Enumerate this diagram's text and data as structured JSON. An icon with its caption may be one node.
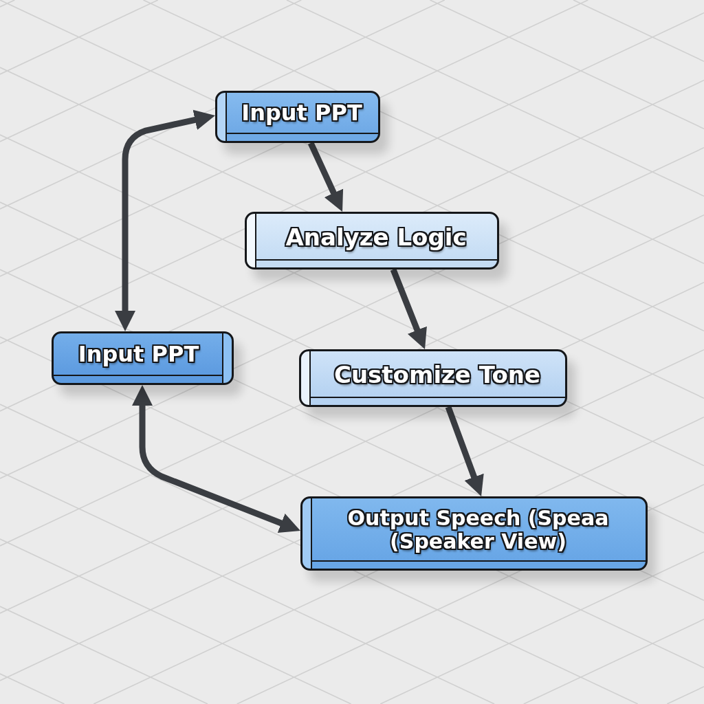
{
  "diagram": {
    "nodes": [
      {
        "text": [
          "Input PPT"
        ]
      },
      {
        "text": [
          "Analyze Logic"
        ]
      },
      {
        "text": [
          "Input PPT"
        ]
      },
      {
        "text": [
          "Customize Tone"
        ]
      },
      {
        "text": [
          "Output Speech (Speaa (Speaker View)"
        ]
      }
    ],
    "edges": [
      {
        "from": 0,
        "to": 1,
        "arrow": "to"
      },
      {
        "from": 1,
        "to": 3,
        "arrow": "to"
      },
      {
        "from": 3,
        "to": 4,
        "arrow": "to"
      },
      {
        "from": 2,
        "to": 0,
        "arrow": "both"
      },
      {
        "from": 2,
        "to": 4,
        "arrow": "both"
      }
    ]
  }
}
